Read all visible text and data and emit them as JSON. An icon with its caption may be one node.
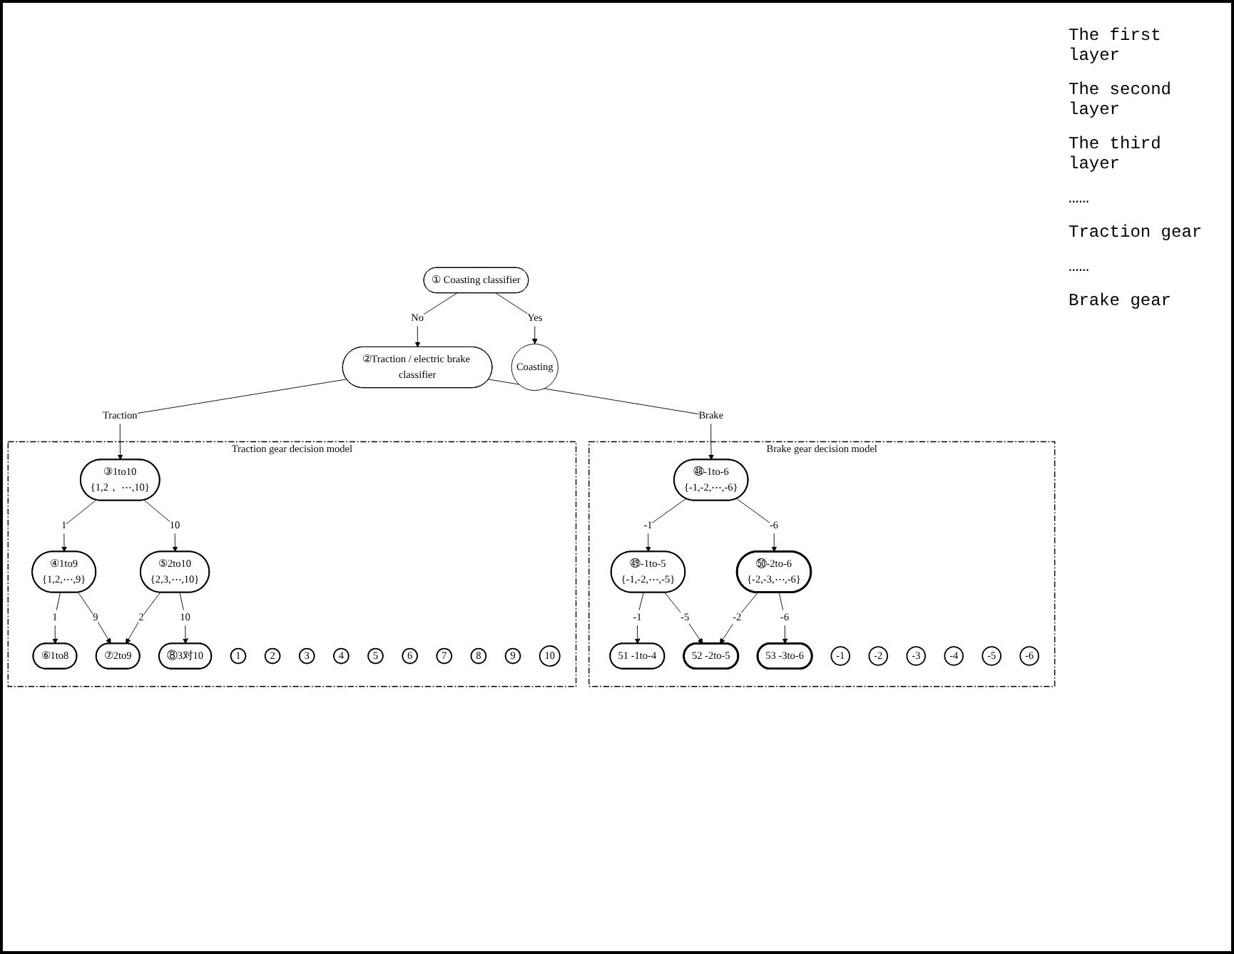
{
  "diagram": {
    "nodes": [
      {
        "text": [
          "① Coasting classifier"
        ]
      },
      {
        "text": [
          "②Traction / electric brake classifier"
        ]
      },
      {
        "text": [
          "Coasting"
        ]
      },
      {
        "text": [
          "Traction gear decision model"
        ]
      },
      {
        "text": [
          "③1to10",
          "{1,2， ⋯,10}"
        ],
        "in": 3
      },
      {
        "text": [
          "④1to9",
          "{1,2,⋯,9}"
        ],
        "in": 3
      },
      {
        "text": [
          "⑤2to10",
          "{2,3,⋯,10}"
        ],
        "in": 3
      },
      {
        "text": [
          "⑥1to8"
        ],
        "in": 3
      },
      {
        "text": [
          "⑦2to9"
        ],
        "in": 3
      },
      {
        "text": [
          "⑧3对10"
        ],
        "in": 3
      },
      {
        "text": [
          "1"
        ],
        "in": 3
      },
      {
        "text": [
          "2"
        ],
        "in": 3
      },
      {
        "text": [
          "3"
        ],
        "in": 3
      },
      {
        "text": [
          "4"
        ],
        "in": 3
      },
      {
        "text": [
          "5"
        ],
        "in": 3
      },
      {
        "text": [
          "6"
        ],
        "in": 3
      },
      {
        "text": [
          "7"
        ],
        "in": 3
      },
      {
        "text": [
          "8"
        ],
        "in": 3
      },
      {
        "text": [
          "9"
        ],
        "in": 3
      },
      {
        "text": [
          "10"
        ],
        "in": 3
      },
      {
        "text": [
          "Brake gear decision model"
        ]
      },
      {
        "text": [
          "㊽-1to-6",
          "{-1,-2,⋯,-6}"
        ],
        "in": 20
      },
      {
        "text": [
          "㊾-1to-5",
          "{-1,-2,⋯,-5}"
        ],
        "in": 20
      },
      {
        "text": [
          "㊿-2to-6",
          "{-2,-3,⋯,-6}"
        ],
        "in": 20
      },
      {
        "text": [
          "51 -1to-4"
        ],
        "in": 20
      },
      {
        "text": [
          "52 -2to-5"
        ],
        "in": 20
      },
      {
        "text": [
          "53 -3to-6"
        ],
        "in": 20
      },
      {
        "text": [
          "-1"
        ],
        "in": 20
      },
      {
        "text": [
          "-2"
        ],
        "in": 20
      },
      {
        "text": [
          "-3"
        ],
        "in": 20
      },
      {
        "text": [
          "-4"
        ],
        "in": 20
      },
      {
        "text": [
          "-5"
        ],
        "in": 20
      },
      {
        "text": [
          "-6"
        ],
        "in": 20
      }
    ],
    "edges": [
      {
        "from": 0,
        "to": 1,
        "arrow": "to",
        "label": "No"
      },
      {
        "from": 0,
        "to": 2,
        "arrow": "to",
        "label": "Yes"
      },
      {
        "from": 1,
        "to": 4,
        "arrow": "to",
        "label": "Traction"
      },
      {
        "from": 1,
        "to": 21,
        "arrow": "to",
        "label": "Brake"
      },
      {
        "from": 4,
        "to": 5,
        "arrow": "to",
        "label": "1"
      },
      {
        "from": 4,
        "to": 6,
        "arrow": "to",
        "label": "10"
      },
      {
        "from": 5,
        "to": 7,
        "arrow": "to",
        "label": "1"
      },
      {
        "from": 5,
        "to": 8,
        "arrow": "to",
        "label": "9"
      },
      {
        "from": 6,
        "to": 8,
        "arrow": "to",
        "label": "2"
      },
      {
        "from": 6,
        "to": 9,
        "arrow": "to",
        "label": "10"
      },
      {
        "from": 21,
        "to": 22,
        "arrow": "to",
        "label": "-1"
      },
      {
        "from": 21,
        "to": 23,
        "arrow": "to",
        "label": "-6"
      },
      {
        "from": 22,
        "to": 24,
        "arrow": "to",
        "label": "-1"
      },
      {
        "from": 22,
        "to": 25,
        "arrow": "to",
        "label": "-5"
      },
      {
        "from": 23,
        "to": 25,
        "arrow": "to",
        "label": "-2"
      },
      {
        "from": 23,
        "to": 26,
        "arrow": "to",
        "label": "-6"
      }
    ],
    "labels": [
      "The first layer",
      "The second layer",
      "The third layer",
      "……",
      "Traction gear",
      "……",
      "Brake gear"
    ]
  }
}
